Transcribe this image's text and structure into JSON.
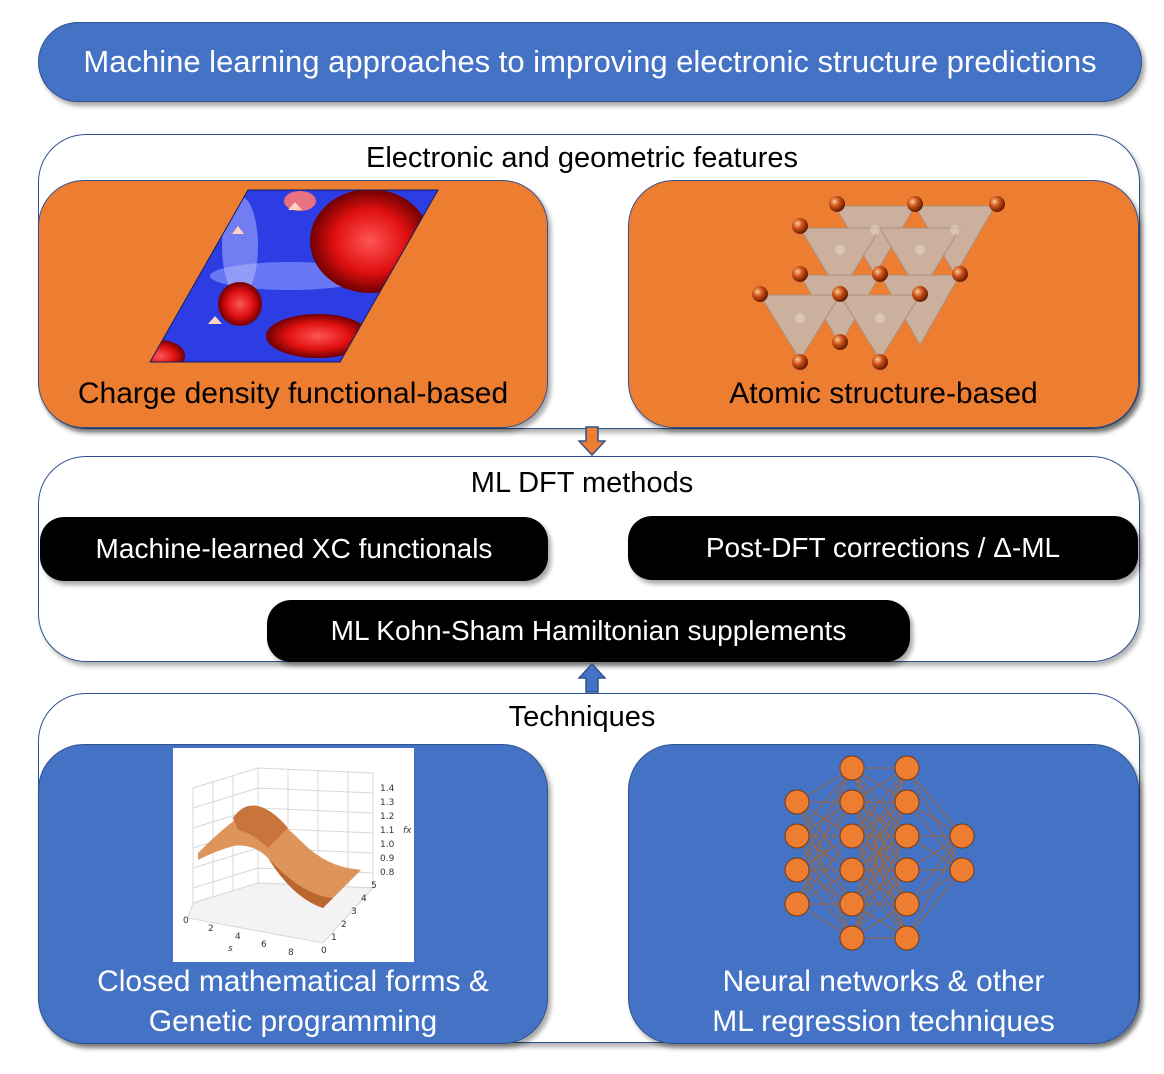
{
  "title": "Machine learning approaches to improving electronic structure predictions",
  "features": {
    "label": "Electronic and geometric features",
    "charge_density": "Charge density functional-based",
    "atomic_structure": "Atomic structure-based"
  },
  "methods": {
    "label": "ML DFT methods",
    "xc": "Machine-learned XC functionals",
    "post_dft": "Post-DFT corrections / Δ-ML",
    "kohn_sham": "ML Kohn-Sham Hamiltonian supplements"
  },
  "techniques": {
    "label": "Techniques",
    "closed_forms_line1": "Closed mathematical forms &",
    "closed_forms_line2": "Genetic programming",
    "neural_line1": "Neural networks & other",
    "neural_line2": "ML regression techniques"
  },
  "plot3d": {
    "z_ticks": [
      "1.4",
      "1.3",
      "1.2",
      "1.1",
      "1.0",
      "0.9",
      "0.8"
    ],
    "z_label": "fx",
    "s_ticks": [
      "0",
      "2",
      "4",
      "6",
      "8"
    ],
    "s_label": "s",
    "a_ticks": [
      "0",
      "1",
      "2",
      "3",
      "4",
      "5"
    ]
  },
  "colors": {
    "blue": "#4472c4",
    "orange": "#ed7d31",
    "border": "#2f528f"
  }
}
